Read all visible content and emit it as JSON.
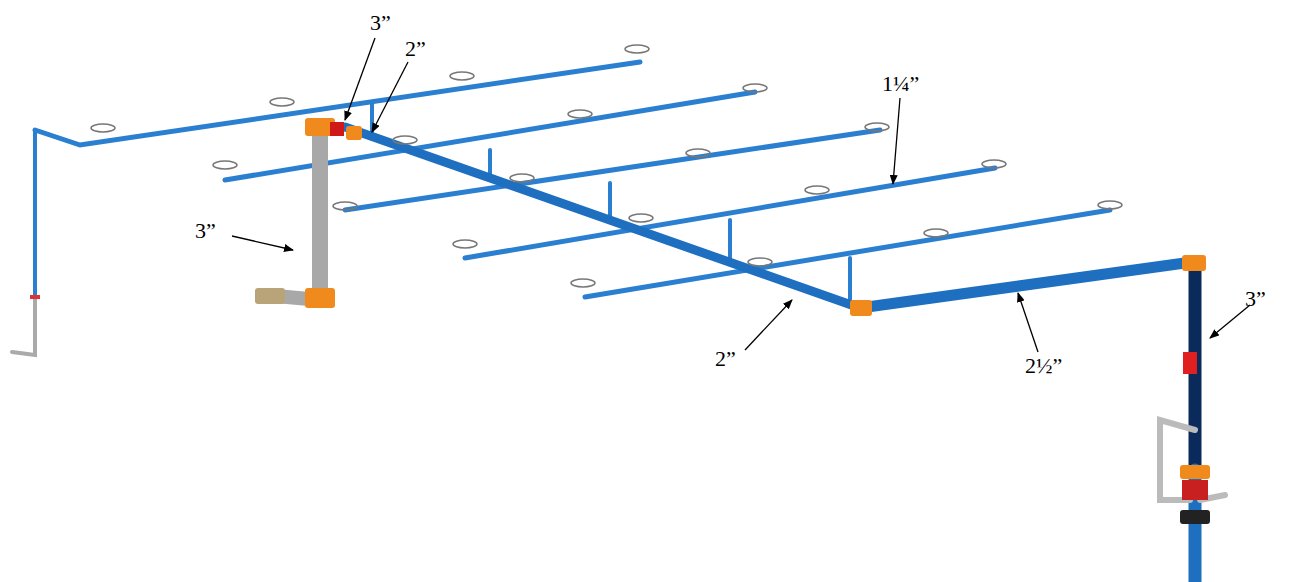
{
  "diagram": {
    "labels": [
      "3”",
      "2”",
      "1¼”",
      "3”",
      "3”",
      "2”",
      "2½”"
    ]
  }
}
